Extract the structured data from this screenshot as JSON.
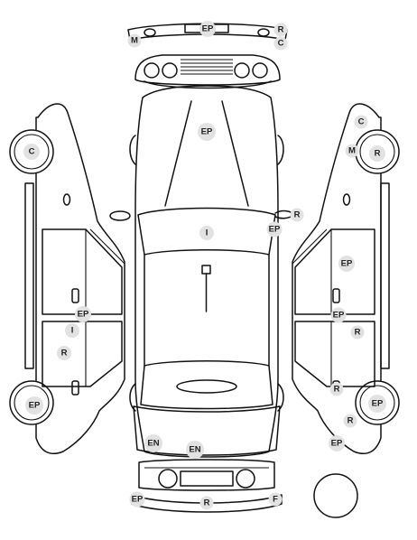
{
  "markers": [
    {
      "code": "EP"
    },
    {
      "code": "R"
    },
    {
      "code": "M"
    },
    {
      "code": "C"
    },
    {
      "code": "EP"
    },
    {
      "code": "I"
    },
    {
      "code": "R"
    },
    {
      "code": "EP"
    },
    {
      "code": "C"
    },
    {
      "code": "EP"
    },
    {
      "code": "I"
    },
    {
      "code": "R"
    },
    {
      "code": "EP"
    },
    {
      "code": "C"
    },
    {
      "code": "M"
    },
    {
      "code": "R"
    },
    {
      "code": "EP"
    },
    {
      "code": "EP"
    },
    {
      "code": "R"
    },
    {
      "code": "R"
    },
    {
      "code": "EP"
    },
    {
      "code": "R"
    },
    {
      "code": "EP"
    },
    {
      "code": "EN"
    },
    {
      "code": "EN"
    },
    {
      "code": "EP"
    },
    {
      "code": "R"
    },
    {
      "code": "F"
    }
  ]
}
